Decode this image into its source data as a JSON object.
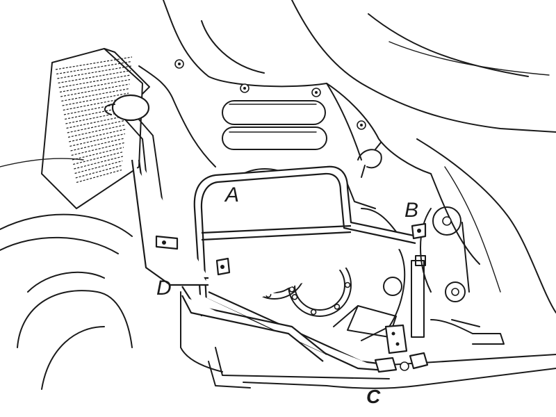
{
  "labels": {
    "a": "A",
    "b": "B",
    "c": "C",
    "d": "D"
  },
  "colors": {
    "ink": "#1a1a1a",
    "paper": "#ffffff"
  }
}
